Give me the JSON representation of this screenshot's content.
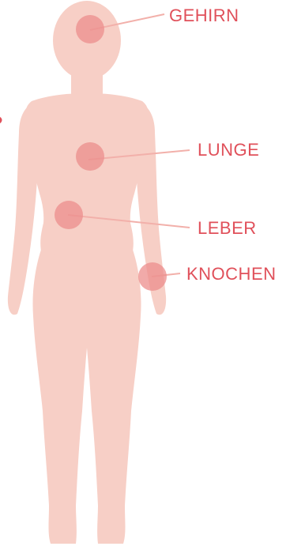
{
  "colors": {
    "body_fill": "#f7cfc6",
    "marker_fill": "#ec8e8c",
    "line": "#f2b0aa",
    "label": "#e0505a",
    "edge_dot": "#e0505a"
  },
  "markers": [
    {
      "id": "brain",
      "label": "GEHIRN"
    },
    {
      "id": "lung",
      "label": "LUNGE"
    },
    {
      "id": "liver",
      "label": "LEBER"
    },
    {
      "id": "bone",
      "label": "KNOCHEN"
    }
  ]
}
